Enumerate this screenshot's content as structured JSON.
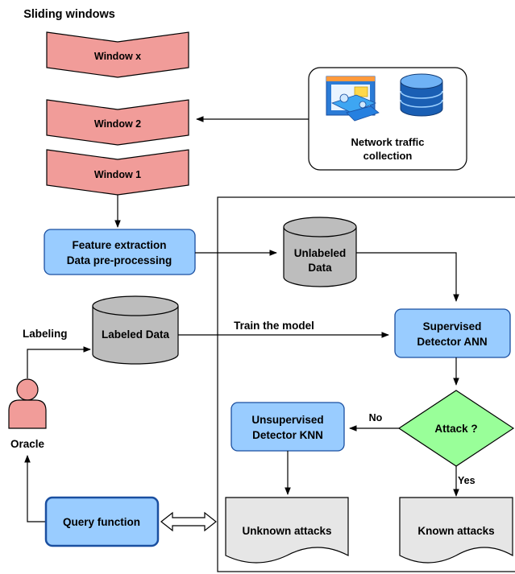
{
  "title": "Sliding windows",
  "windows": [
    "Window x",
    "Window 2",
    "Window 1"
  ],
  "traffic": {
    "line1": "Network traffic",
    "line2": "collection",
    "icons": [
      "network-monitor-icon",
      "database-icon"
    ]
  },
  "feature": {
    "line1": "Feature extraction",
    "line2": "Data pre-processing"
  },
  "unlabeled": {
    "line1": "Unlabeled",
    "line2": "Data"
  },
  "labeled": {
    "label": "Labeled Data"
  },
  "labeling_label": "Labeling",
  "train_label": "Train the model",
  "supervised": {
    "line1": "Supervised",
    "line2": "Detector ANN"
  },
  "attack": {
    "label": "Attack ?",
    "no": "No",
    "yes": "Yes"
  },
  "unsupervised": {
    "line1": "Unsupervised",
    "line2": "Detector KNN"
  },
  "oracle_label": "Oracle",
  "query_label": "Query function",
  "unknown_label": "Unknown attacks",
  "known_label": "Known attacks",
  "colors": {
    "window_fill": "#f19c99",
    "process_fill": "#99ccff",
    "process_stroke": "#1a4fa0",
    "diamond_fill": "#99ff99",
    "cylinder_fill": "#bdbdbd",
    "document_fill": "#e6e6e6"
  }
}
